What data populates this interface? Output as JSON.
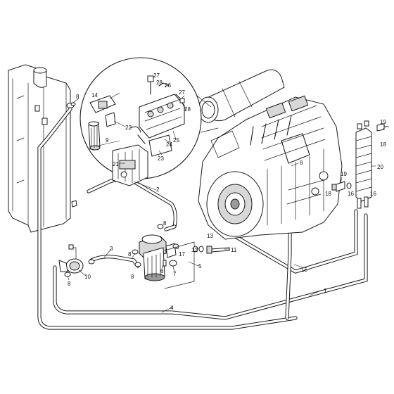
{
  "labels": {
    "l1": "1",
    "l2": "2",
    "l3": "3",
    "l4": "4",
    "l5": "5",
    "l6": "6",
    "l7": "7",
    "l8": "8",
    "l9": "9",
    "l10": "10",
    "l11": "11",
    "l12": "12",
    "l13": "13",
    "l14": "14",
    "l15": "15",
    "l16": "16",
    "l17": "17",
    "l18": "18",
    "l19": "19",
    "l20": "20",
    "l21": "21",
    "l22": "22",
    "l23": "23",
    "l24": "24",
    "l25": "25",
    "l26": "26",
    "l27": "27",
    "l28": "28"
  },
  "colors": {
    "line": "#1a1a1a",
    "background": "#ffffff",
    "shade": "#d8d8d8"
  }
}
